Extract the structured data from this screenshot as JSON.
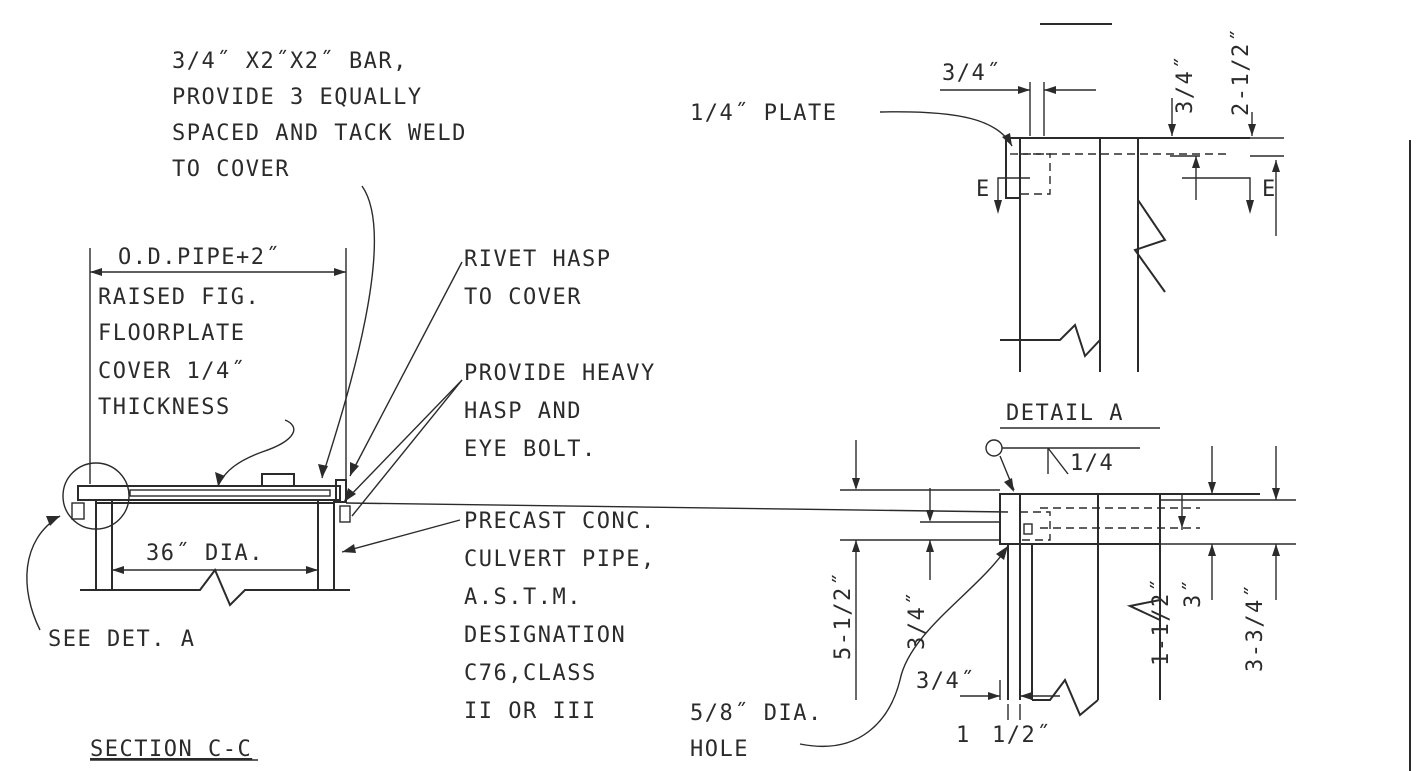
{
  "notes": {
    "bar_line1": "3/4˝ X2˝X2˝ BAR,",
    "bar_line2": "PROVIDE 3 EQUALLY",
    "bar_line3": "SPACED AND TACK WELD",
    "bar_line4": "TO COVER",
    "od_pipe": "O.D.PIPE+2˝",
    "cover_line1": "RAISED FIG.",
    "cover_line2": "FLOORPLATE",
    "cover_line3": "COVER 1/4˝",
    "cover_line4": "THICKNESS",
    "rivet_line1": "RIVET HASP",
    "rivet_line2": "TO COVER",
    "hasp_line1": "PROVIDE HEAVY",
    "hasp_line2": "HASP AND",
    "hasp_line3": "EYE BOLT.",
    "pipe_line1": "PRECAST CONC.",
    "pipe_line2": "CULVERT PIPE,",
    "pipe_line3": "A.S.T.M.",
    "pipe_line4": "DESIGNATION",
    "pipe_line5": "C76,CLASS",
    "pipe_line6": "II OR III",
    "dia36": "36˝ DIA.",
    "see_det": "SEE DET. A",
    "section_title": "SECTION C-C",
    "plate": "1/4˝ PLATE",
    "hole_line1": "5/8˝ DIA.",
    "hole_line2": "HOLE",
    "detail_title": "DETAIL A",
    "weld": "1/4"
  },
  "dimensions": {
    "top_3_4_horiz": "3/4˝",
    "top_3_4_vert": "3/4˝",
    "top_2_1_2": "2-1/2˝",
    "section_e1": "E",
    "section_e2": "E",
    "det_5_1_2": "5-1/2˝",
    "det_3_4_vert": "3/4˝",
    "det_1_1_2": "1-1/2˝",
    "det_3": "3˝",
    "det_3_3_4": "3-3/4˝",
    "det_3_4_horiz": "3/4˝",
    "det_1": "1",
    "det_1_2": "1/2˝"
  }
}
